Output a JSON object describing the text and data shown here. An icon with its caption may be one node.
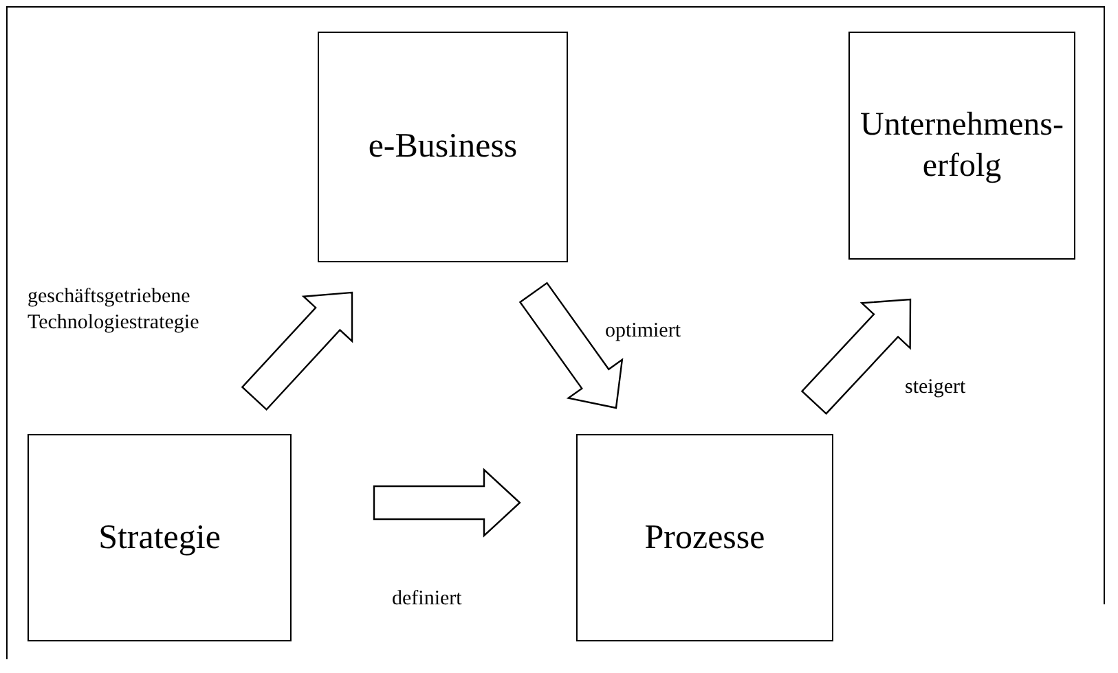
{
  "diagram": {
    "nodes": [
      {
        "text": [
          "e-Business"
        ]
      },
      {
        "text": [
          "Unternehmens-erfolg"
        ]
      },
      {
        "text": [
          "Strategie"
        ]
      },
      {
        "text": [
          "Prozesse"
        ]
      }
    ],
    "edges": [
      {
        "from": 2,
        "to": 0,
        "arrow": "to",
        "label": "geschäftsgetriebene Technologiestrategie"
      },
      {
        "from": 0,
        "to": 3,
        "arrow": "to",
        "label": "optimiert"
      },
      {
        "from": 2,
        "to": 3,
        "arrow": "to",
        "label": "definiert"
      },
      {
        "from": 3,
        "to": 1,
        "arrow": "to",
        "label": "steigert"
      }
    ]
  }
}
